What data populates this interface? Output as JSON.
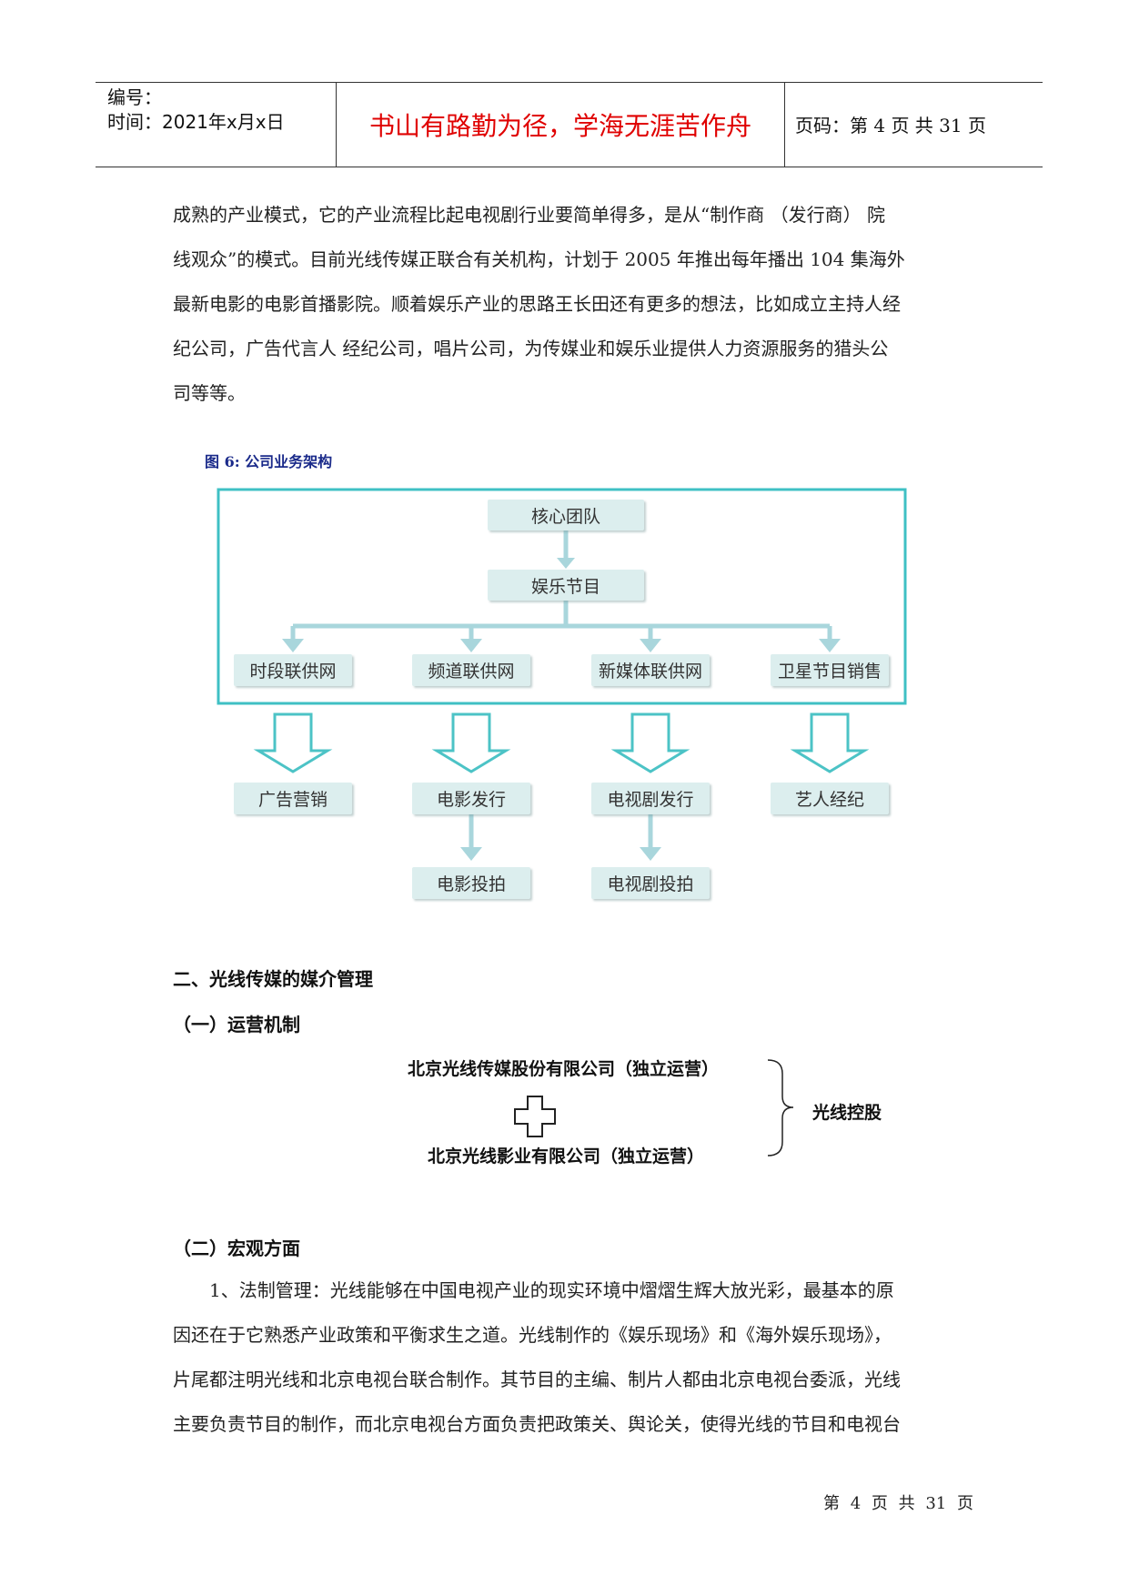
{
  "header": {
    "number_label": "编号：",
    "time_label": "时间：2021年x月x日",
    "motto": "书山有路勤为径，学海无涯苦作舟",
    "page_info": "页码：第 4 页  共 31 页"
  },
  "intro": {
    "lines": [
      "成熟的产业模式，它的产业流程比起电视剧行业要简单得多，是从“制作商  （发行商）  院",
      "线观众”的模式。目前光线传媒正联合有关机构，计划于 2005 年推出每年播出 104 集海外",
      "最新电影的电影首播影院。顺着娱乐产业的思路王长田还有更多的想法，比如成立主持人经",
      "纪公司，广告代言人  经纪公司，唱片公司，为传媒业和娱乐业提供人力资源服务的猎头公",
      "司等等。"
    ]
  },
  "figure": {
    "caption": "图 6:  公司业务架构",
    "nodes": {
      "core_team": "核心团队",
      "entertainment": "娱乐节目",
      "time_slot": "时段联供网",
      "channel": "频道联供网",
      "new_media": "新媒体联供网",
      "satellite": "卫星节目销售",
      "ad_marketing": "广告营销",
      "film_release": "电影发行",
      "tv_release": "电视剧发行",
      "artist_agency": "艺人经纪",
      "film_invest": "电影投拍",
      "tv_invest": "电视剧投拍"
    },
    "colors": {
      "frame": "#3fc0c4",
      "arrow": "#a9d6dc",
      "node_fill": "#dceeee"
    }
  },
  "section2": {
    "title": "二、光线传媒的媒介管理",
    "sub1": "（一）运营机制",
    "org_a": "北京光线传媒股份有限公司（独立运营）",
    "org_b": "北京光线影业有限公司（独立运营）",
    "holding": "光线控股",
    "sub2": "（二）宏观方面"
  },
  "legal": {
    "lines": [
      "1、法制管理：光线能够在中国电视产业的现实环境中熠熠生辉大放光彩，最基本的原",
      "因还在于它熟悉产业政策和平衡求生之道。光线制作的《娱乐现场》和《海外娱乐现场》，",
      "片尾都注明光线和北京电视台联合制作。其节目的主编、制片人都由北京电视台委派，光线",
      "主要负责节目的制作，而北京电视台方面负责把政策关、舆论关，使得光线的节目和电视台"
    ]
  },
  "footer": {
    "page": "第 4 页 共 31 页"
  }
}
